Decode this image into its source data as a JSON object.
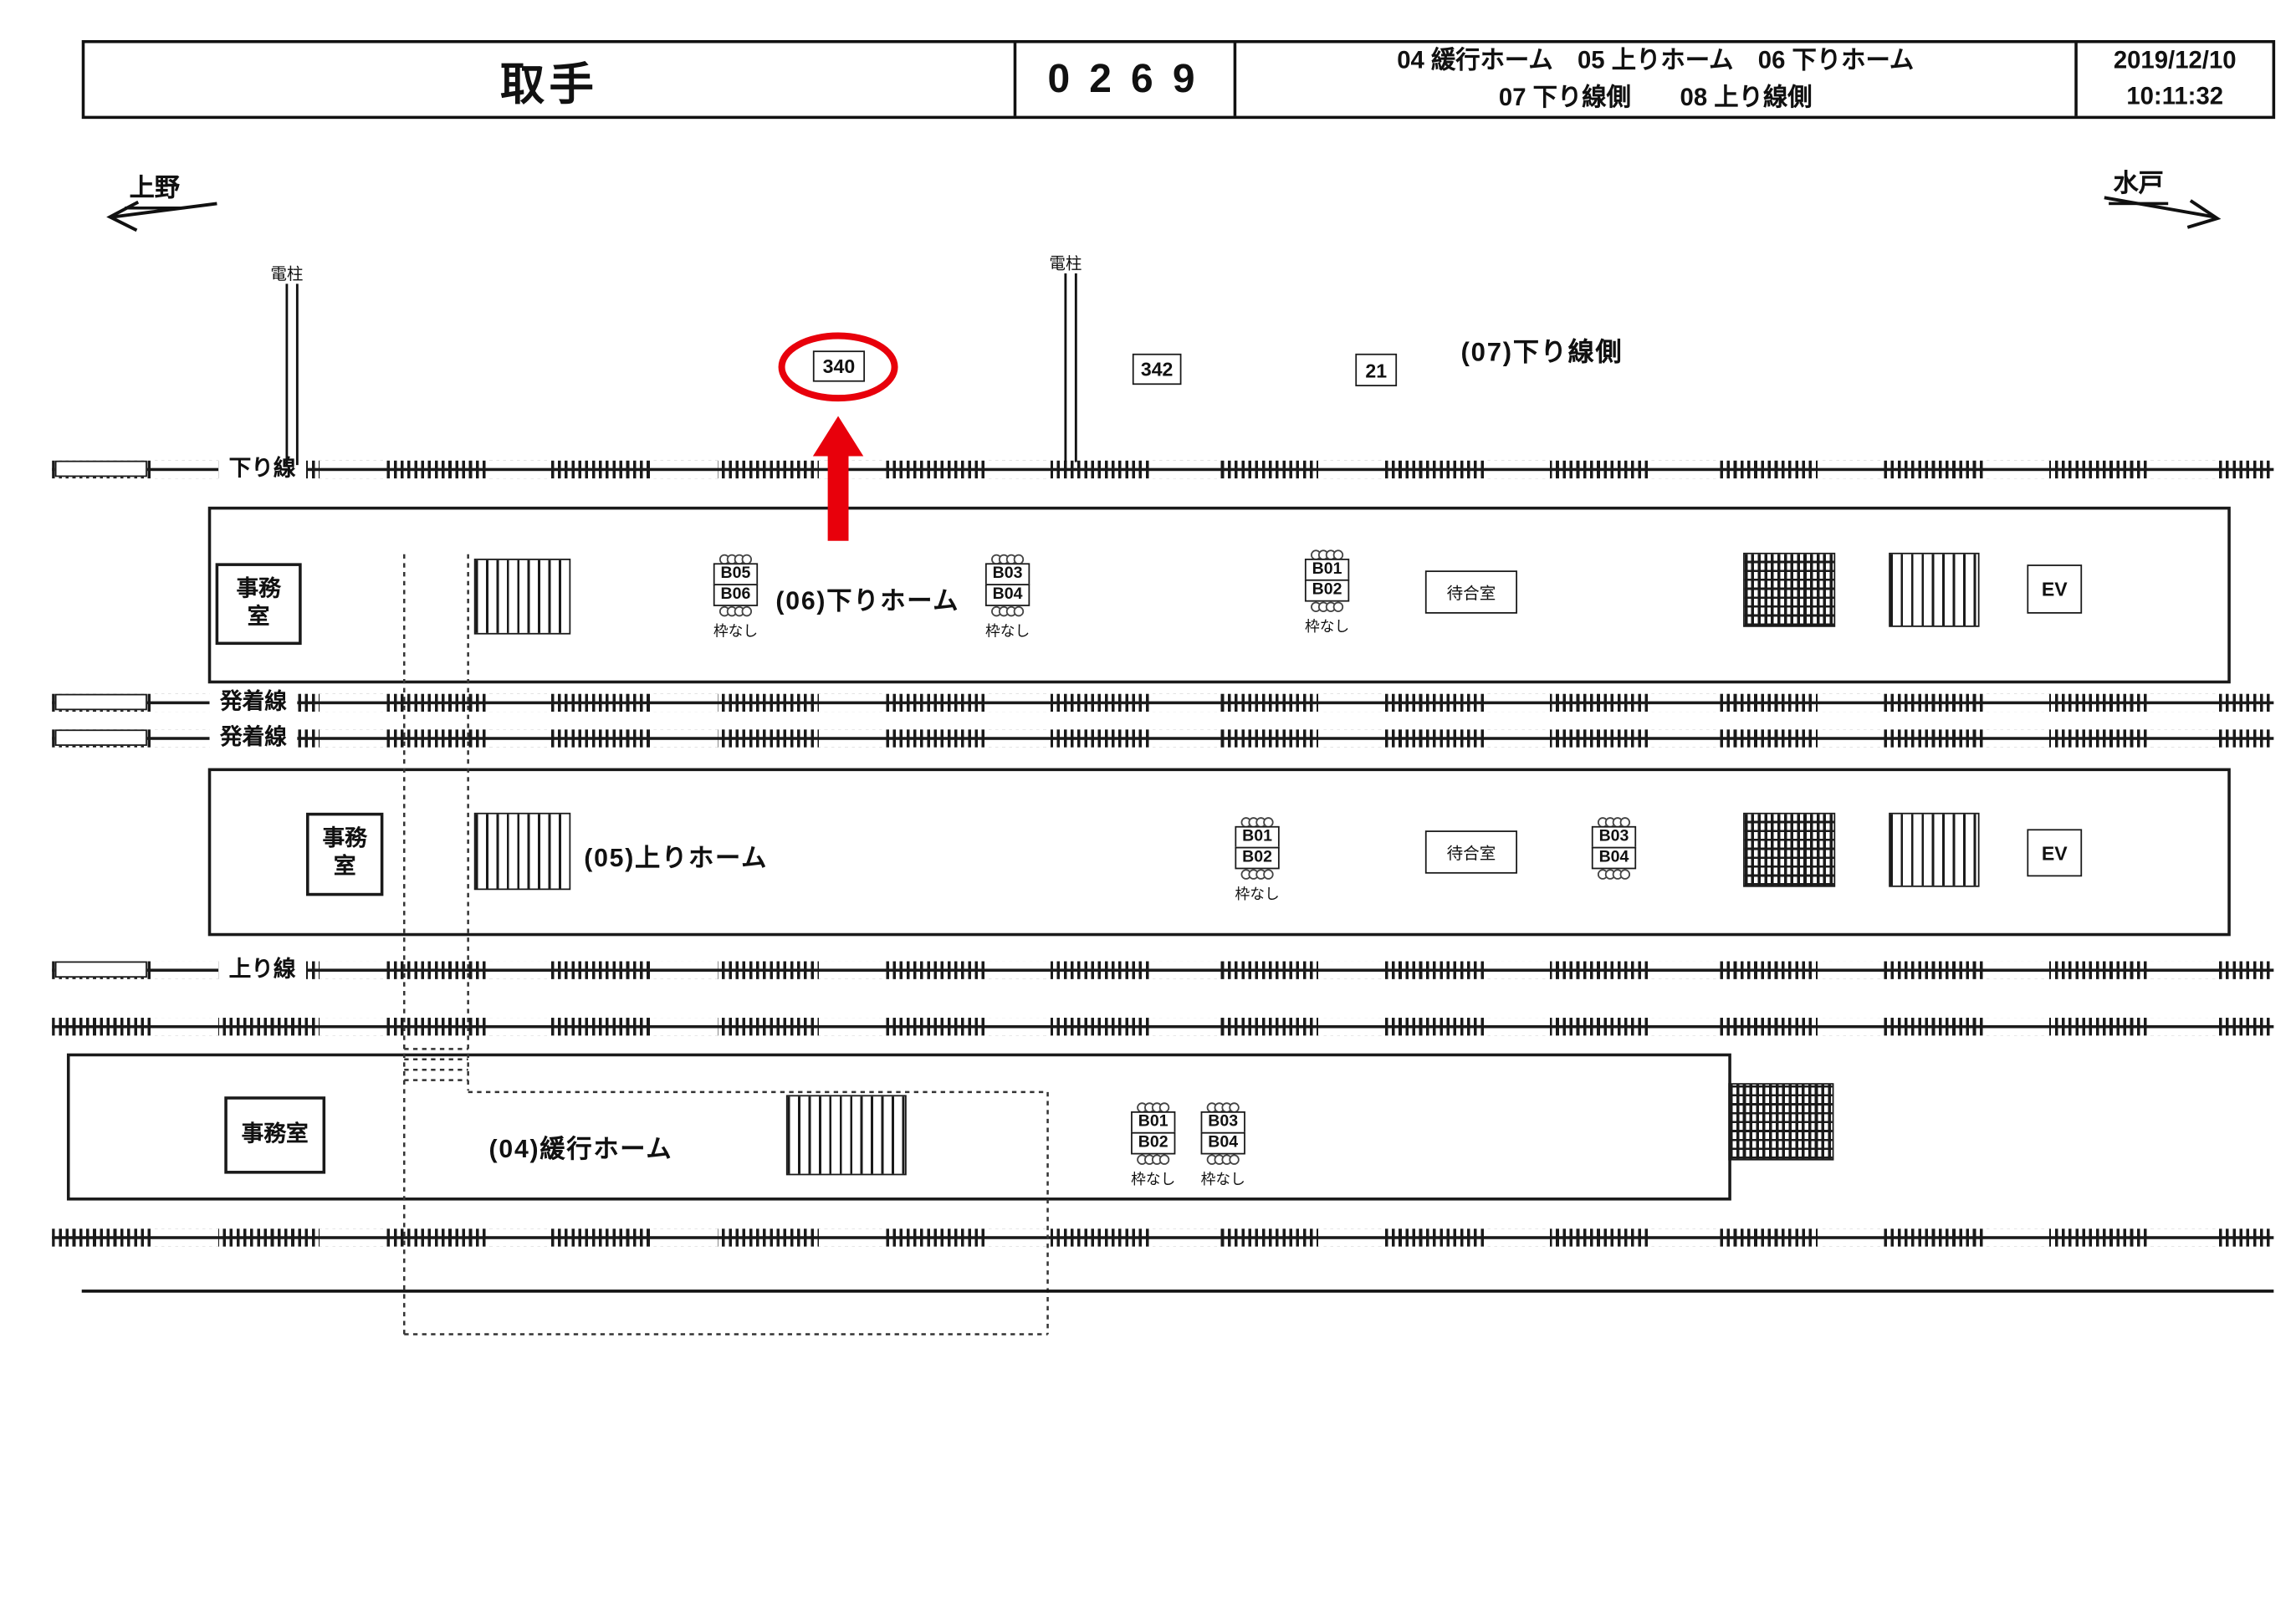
{
  "header": {
    "station": "取手",
    "code": "0269",
    "legend_line1": "04 緩行ホーム　05 上りホーム　06 下りホーム",
    "legend_line2": "07 下り線側　　08 上り線側",
    "date": "2019/12/10",
    "time": "10:11:32"
  },
  "directions": {
    "left": "上野",
    "right": "水戸"
  },
  "pole_label": "電柱",
  "signs": {
    "selected": "340",
    "sign342": "342",
    "sign21": "21",
    "side_label": "(07)下り線側"
  },
  "tracks": {
    "down": "下り線",
    "dep1": "発着線",
    "dep2": "発着線",
    "up": "上り線"
  },
  "platforms": {
    "p06": {
      "title": "(06)下りホーム",
      "office1": "事務",
      "office2": "室",
      "waiting": "待合室",
      "ev": "EV",
      "boards": [
        {
          "a": "B05",
          "b": "B06",
          "caption": "枠なし"
        },
        {
          "a": "B03",
          "b": "B04",
          "caption": "枠なし"
        },
        {
          "a": "B01",
          "b": "B02",
          "caption": "枠なし"
        }
      ]
    },
    "p05": {
      "title": "(05)上りホーム",
      "office1": "事務",
      "office2": "室",
      "waiting": "待合室",
      "ev": "EV",
      "boards": [
        {
          "a": "B01",
          "b": "B02",
          "caption": "枠なし"
        },
        {
          "a": "B03",
          "b": "B04",
          "caption": ""
        }
      ]
    },
    "p04": {
      "title": "(04)緩行ホーム",
      "office": "事務室",
      "boards": [
        {
          "a": "B01",
          "b": "B02",
          "caption": "枠なし"
        },
        {
          "a": "B03",
          "b": "B04",
          "caption": "枠なし"
        }
      ]
    }
  }
}
